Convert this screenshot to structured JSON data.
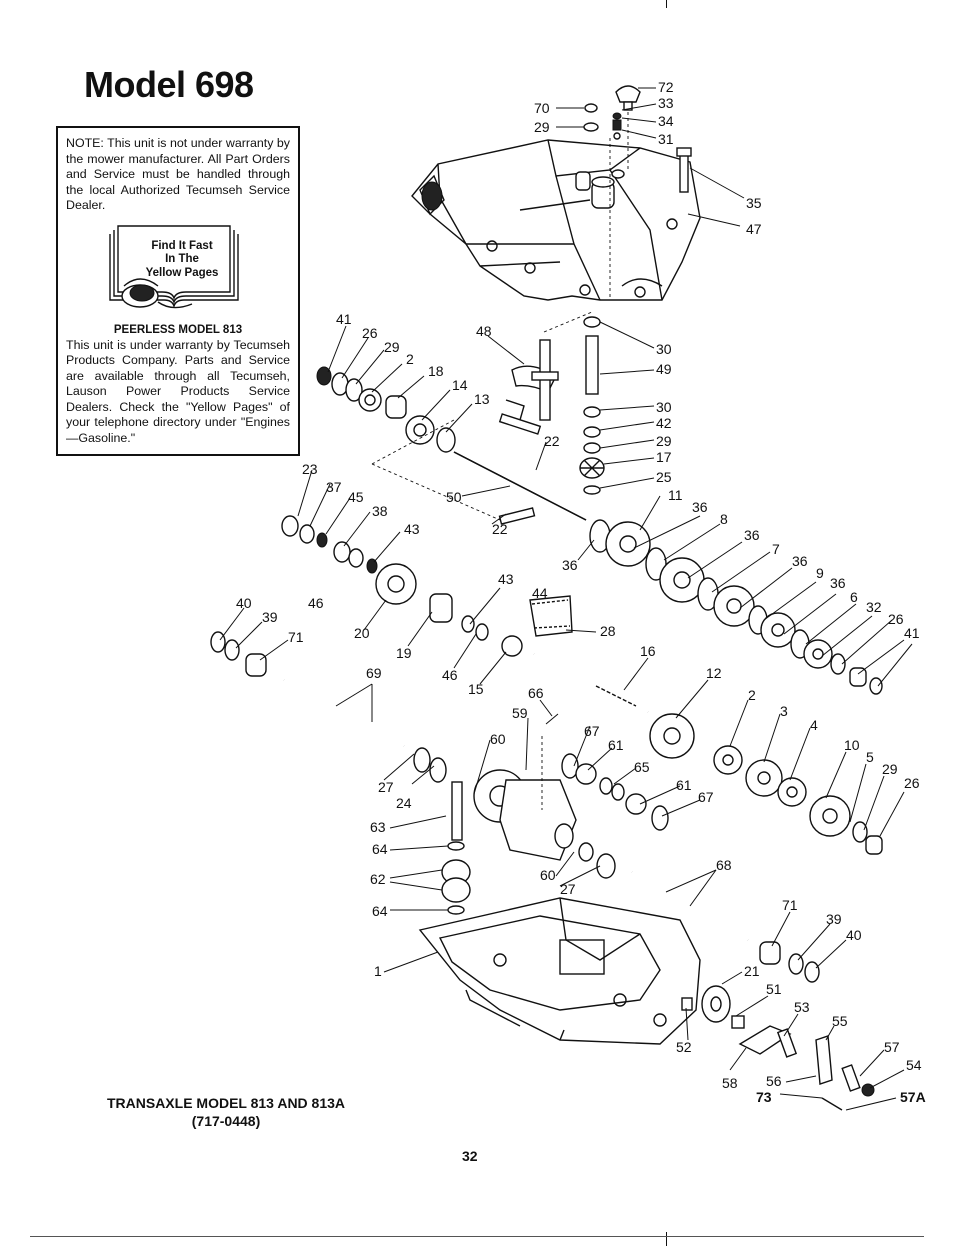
{
  "page": {
    "title": "Model 698",
    "page_number": "32"
  },
  "note": {
    "text": "NOTE: This unit is not under warranty by the mower manufacturer. All Part Orders and Service must be handled through the local Authorized Tecumseh Service Dealer.",
    "yellow_pages": [
      "Find It Fast",
      "In The",
      "Yellow Pages"
    ],
    "peerless_title": "PEERLESS MODEL 813",
    "peerless_text": "This unit is under warranty by Tecumseh Products Company. Parts and Service are available through all Tecumseh, Lauson Power Products Service Dealers. Check the \"Yellow Pages\" of your telephone directory under \"Engines—Gasoline.\""
  },
  "diagram": {
    "title_line1": "TRANSAXLE MODEL 813 AND 813A",
    "title_line2": "(717-0448)",
    "callouts": [
      "72",
      "33",
      "34",
      "31",
      "70",
      "29",
      "35",
      "47",
      "41",
      "26",
      "29",
      "2",
      "18",
      "14",
      "13",
      "48",
      "30",
      "49",
      "30",
      "42",
      "29",
      "17",
      "25",
      "22",
      "50",
      "11",
      "23",
      "37",
      "45",
      "38",
      "43",
      "46",
      "22",
      "36",
      "36",
      "8",
      "36",
      "7",
      "36",
      "9",
      "36",
      "6",
      "32",
      "26",
      "41",
      "40",
      "39",
      "71",
      "20",
      "19",
      "43",
      "44",
      "28",
      "46",
      "15",
      "16",
      "12",
      "2",
      "3",
      "4",
      "10",
      "5",
      "29",
      "26",
      "69",
      "66",
      "59",
      "67",
      "61",
      "65",
      "61",
      "67",
      "60",
      "27",
      "24",
      "63",
      "64",
      "62",
      "64",
      "60",
      "27",
      "68",
      "1",
      "71",
      "39",
      "40",
      "21",
      "51",
      "53",
      "55",
      "52",
      "58",
      "56",
      "73",
      "57",
      "54",
      "57A"
    ]
  }
}
